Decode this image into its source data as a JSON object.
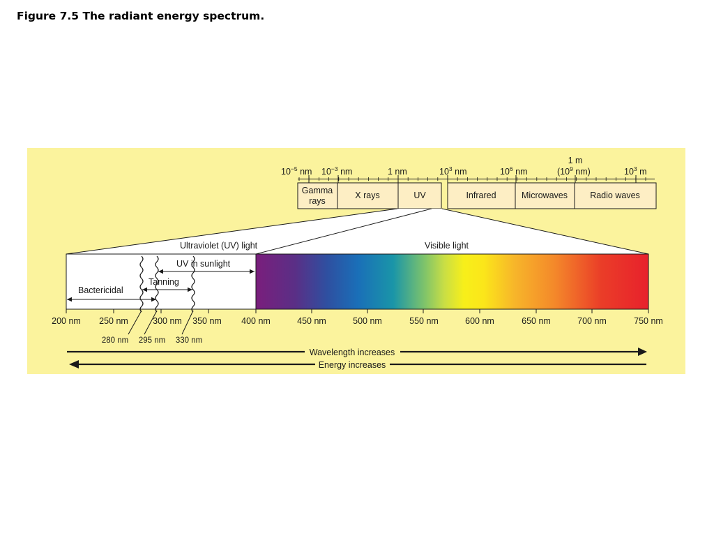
{
  "page": {
    "title": "Figure 7.5 The radiant energy spectrum."
  },
  "figure": {
    "background_color": "#fbf39d",
    "box_fill_color": "#fdeec4",
    "scale_ticks": [
      {
        "base": "10",
        "exp": "−5",
        "unit": " nm"
      },
      {
        "base": "10",
        "exp": "−3",
        "unit": " nm"
      },
      {
        "base": "1 nm",
        "exp": "",
        "unit": ""
      },
      {
        "base": "10",
        "exp": "3",
        "unit": " nm"
      },
      {
        "base": "10",
        "exp": "6",
        "unit": " nm"
      },
      {
        "base": "10",
        "exp": "3",
        "unit": " m"
      }
    ],
    "one_meter": {
      "top": "1 m",
      "paren_open": "(10",
      "exp": "9",
      "paren_close": " nm)"
    },
    "bands": [
      {
        "line1": "Gamma",
        "line2": "rays"
      },
      {
        "line1": "X rays",
        "line2": ""
      },
      {
        "line1": "UV",
        "line2": ""
      },
      {
        "line1": "Infrared",
        "line2": ""
      },
      {
        "line1": "Microwaves",
        "line2": ""
      },
      {
        "line1": "Radio waves",
        "line2": ""
      }
    ],
    "uv_light_label": "Ultraviolet (UV) light",
    "visible_light_label": "Visible light",
    "uv_sunlight_label": "UV in sunlight",
    "tanning_label": "Tanning",
    "bactericidal_label": "Bactericidal",
    "axis_ticks": [
      "200 nm",
      "250 nm",
      "300 nm",
      "350 nm",
      "400 nm",
      "450 nm",
      "500 nm",
      "550 nm",
      "600 nm",
      "650 nm",
      "700 nm",
      "750 nm"
    ],
    "threshold_labels": [
      "280 nm",
      "295 nm",
      "330 nm"
    ],
    "wavelength_label": "Wavelength increases",
    "energy_label": "Energy increases"
  }
}
